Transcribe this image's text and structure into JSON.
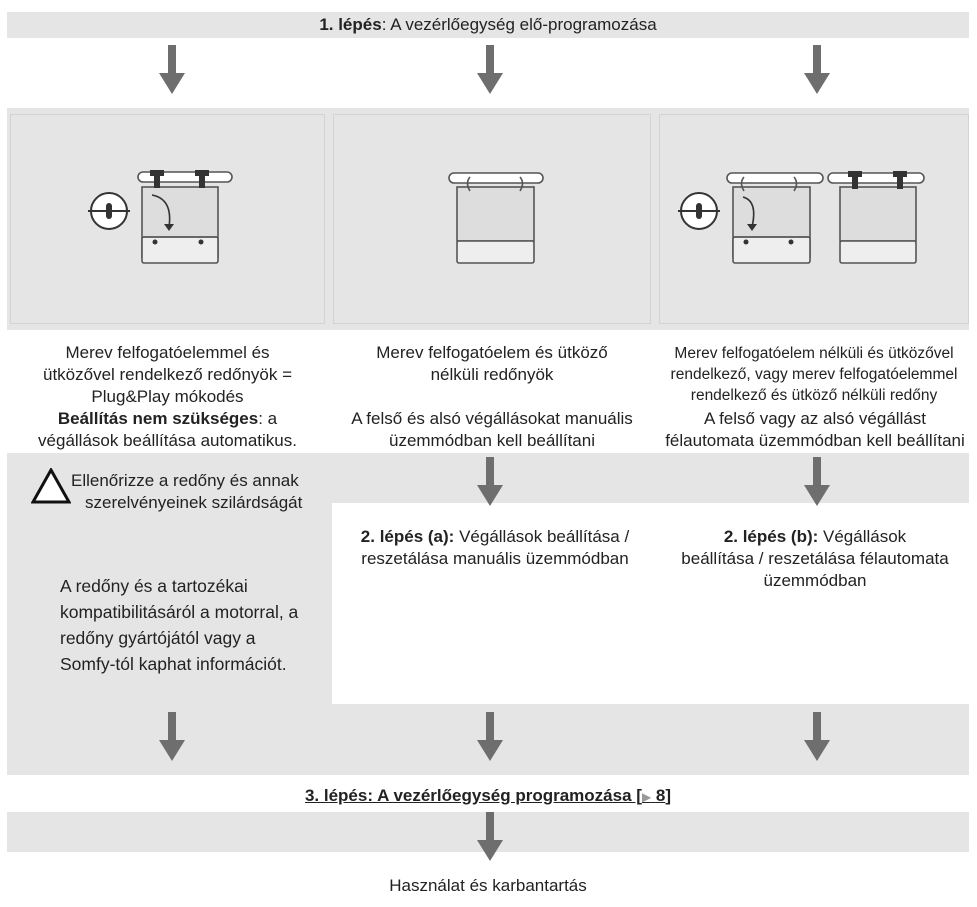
{
  "step1": {
    "label": "1. lépés",
    "text": ": A vezérlőegység elő-programozása"
  },
  "columns": [
    {
      "title_lines": [
        "Merev felfogatóelemmel és",
        "ütközővel rendelkező redőnyök =",
        "Plug&Play mókodés"
      ],
      "setting_bold": "Beállítás nem szükséges",
      "setting_rest_1": ": a",
      "setting_line2": "végállások beállítása automatikus."
    },
    {
      "title_lines": [
        "Merev felfogatóelem és ütköző",
        "nélküli redőnyök"
      ],
      "setting_lines": [
        "A felső és alsó végállásokat manuális",
        "üzemmódban kell beállítani"
      ]
    },
    {
      "title_lines": [
        "Merev felfogatóelem nélküli és ütközővel",
        "rendelkező, vagy merev felfogatóelemmel",
        "rendelkező és ütköző nélküli redőny"
      ],
      "setting_lines": [
        "A felső vagy az alsó végállást",
        "félautomata üzemmódban kell beállítani"
      ]
    }
  ],
  "warning": {
    "lines": [
      "Ellenőrizze a redőny és annak",
      "szerelvényeinek szilárdságát"
    ],
    "info_lines": [
      "A redőny és a tartozékai",
      "kompatibilitásáról a motorral, a",
      "redőny gyártójától vagy a",
      "Somfy-tól kaphat információt."
    ]
  },
  "step2a": {
    "bold": "2. lépés (a):",
    "rest": " Végállások beállítása /",
    "line2": "reszetálása manuális üzemmódban"
  },
  "step2b": {
    "bold": "2. lépés (b):",
    "rest": " Végállások",
    "line2": "beállítása / reszetálása félautomata",
    "line3": "üzemmódban"
  },
  "step3": {
    "text": "3. lépés: A vezérlőegység programozása [",
    "page_icon": "triangle-right-icon",
    "page": "8",
    "close": "]"
  },
  "final": "Használat és karbantartás"
}
